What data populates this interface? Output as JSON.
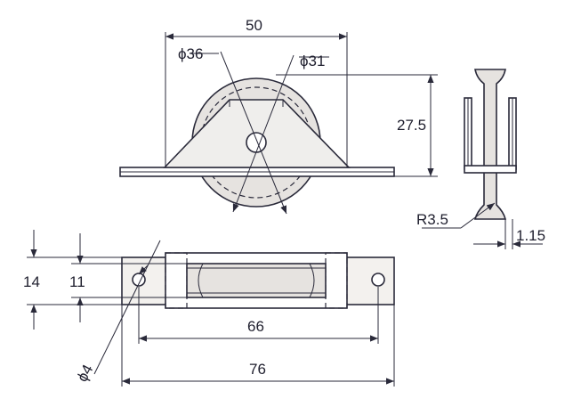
{
  "dimensions": {
    "overall_width_top": "50",
    "dia_outer": "ϕ36",
    "dia_inner": "ϕ31",
    "height": "27.5",
    "groove_radius": "R3.5",
    "plate_thickness": "1.15",
    "plate_width": "14",
    "wheel_width": "11",
    "hole_spacing": "66",
    "overall_length": "76",
    "hole_dia": "ϕ4"
  },
  "colors": {
    "line": "#2a2a3a",
    "wheel_fill": "#e6e3e0"
  }
}
